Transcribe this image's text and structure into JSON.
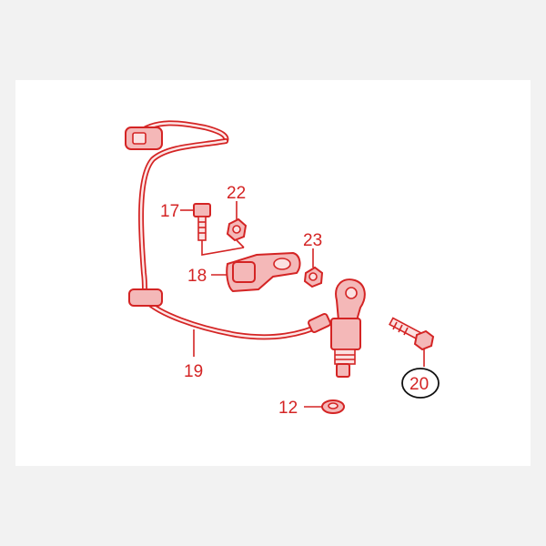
{
  "diagram": {
    "callouts": {
      "p17": "17",
      "p22": "22",
      "p23": "23",
      "p18": "18",
      "p19": "19",
      "p20": "20",
      "p12": "12"
    },
    "highlighted_part": "20",
    "colors": {
      "line_art": "#d42424",
      "fill": "#f4b8b8",
      "highlight_ring": "#111111",
      "background": "#ffffff",
      "page_background": "#f2f2f2"
    }
  }
}
